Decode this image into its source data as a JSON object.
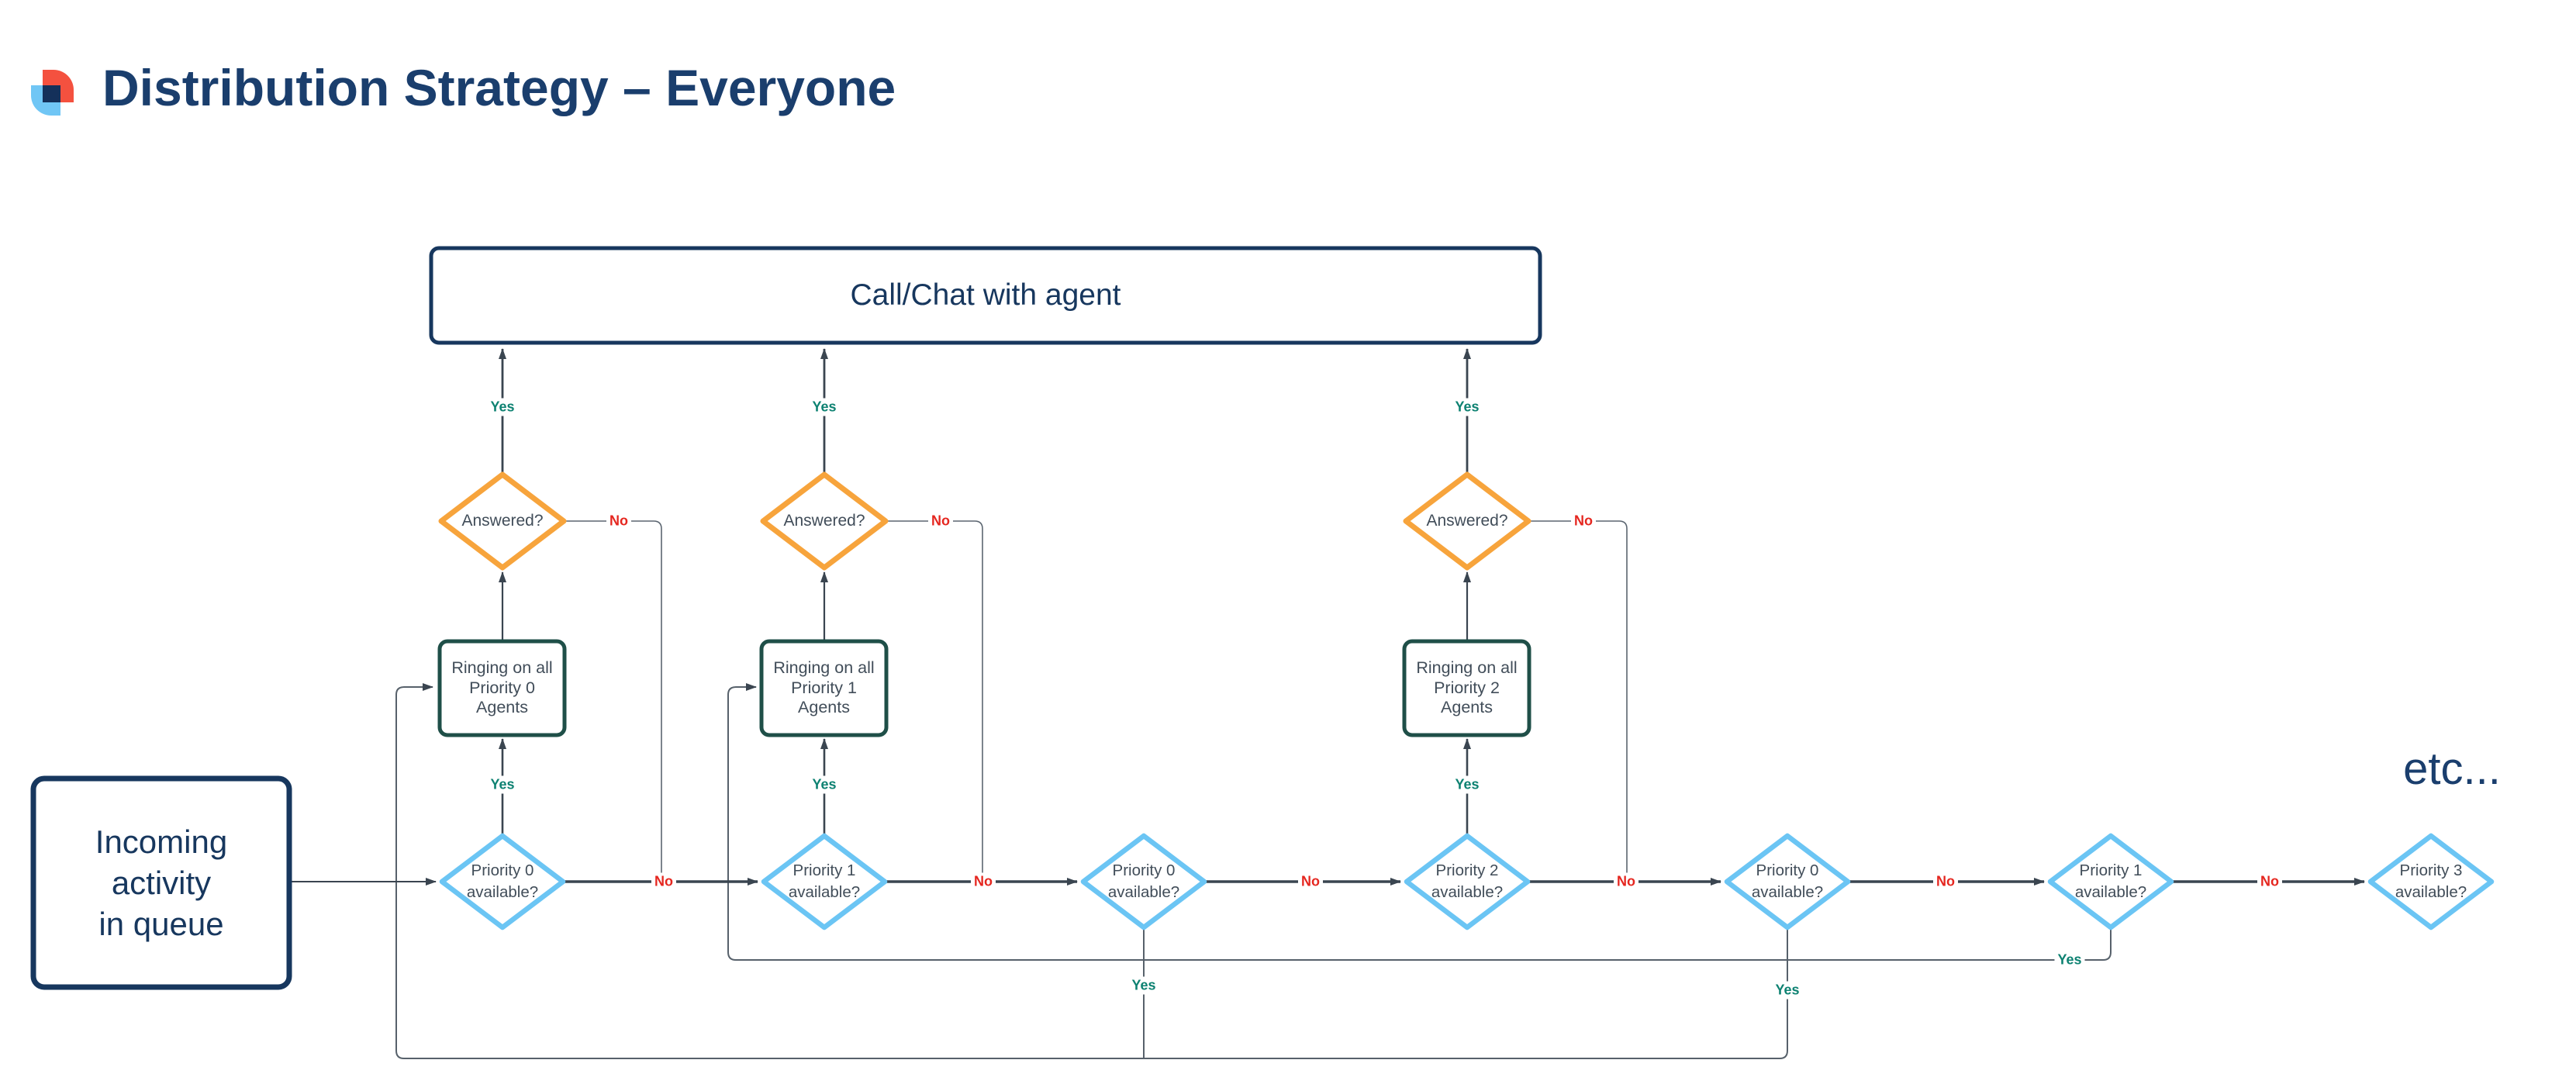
{
  "header": {
    "title": "Distribution Strategy – Everyone",
    "logo": {
      "icon": "quarters-logo-icon",
      "red": "#F4513F",
      "blue": "#70C6F5",
      "navy": "#14305A"
    }
  },
  "flowchart": {
    "terminal": {
      "label": "Call/Chat with agent"
    },
    "start": {
      "lines": [
        "Incoming",
        "activity",
        "in queue"
      ]
    },
    "etc_label": "etc...",
    "answered": [
      {
        "label": "Answered?"
      },
      {
        "label": "Answered?"
      },
      {
        "label": "Answered?"
      }
    ],
    "ringing": [
      {
        "lines": [
          "Ringing on all",
          "Priority 0",
          "Agents"
        ]
      },
      {
        "lines": [
          "Ringing on all",
          "Priority 1",
          "Agents"
        ]
      },
      {
        "lines": [
          "Ringing on all",
          "Priority 2",
          "Agents"
        ]
      }
    ],
    "priority": [
      {
        "lines": [
          "Priority 0",
          "available?"
        ]
      },
      {
        "lines": [
          "Priority 1",
          "available?"
        ]
      },
      {
        "lines": [
          "Priority 0",
          "available?"
        ]
      },
      {
        "lines": [
          "Priority 2",
          "available?"
        ]
      },
      {
        "lines": [
          "Priority 0",
          "available?"
        ]
      },
      {
        "lines": [
          "Priority 1",
          "available?"
        ]
      },
      {
        "lines": [
          "Priority 3",
          "available?"
        ]
      }
    ],
    "labels": {
      "yes": "Yes",
      "no": "No"
    }
  },
  "colors": {
    "background": "#FFFFFF",
    "navy_border": "#17375E",
    "title_navy": "#1A3E6D",
    "answered_orange": "#F7A43C",
    "priority_sky_blue": "#6BC5F4",
    "ringing_dark_teal": "#1F4F48",
    "yes_green": "#0E8272",
    "no_red": "#E5261F",
    "flow_line_dark": "#3A4550",
    "return_line_gray": "#57616B",
    "node_text": "#414D59"
  }
}
